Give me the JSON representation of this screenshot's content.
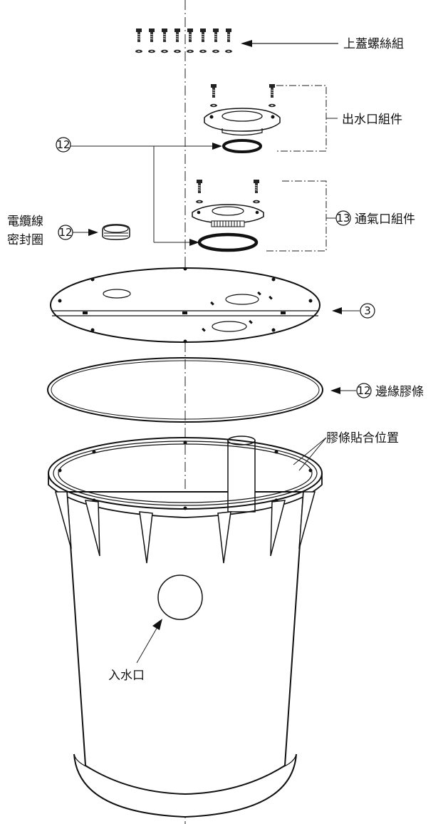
{
  "labels": {
    "lid_screws": "上蓋螺絲組",
    "outlet": "出水口組件",
    "vent": "通氣口組件",
    "cable_seal_line1": "電纜線",
    "cable_seal_line2": "密封圈",
    "edge_gasket": "邊緣膠條",
    "gasket_position": "膠條貼合位置",
    "inlet": "入水口"
  },
  "callouts": {
    "n12_top": "12",
    "n12_cable": "12",
    "n13": "13",
    "n3": "3",
    "n12_edge": "12"
  }
}
